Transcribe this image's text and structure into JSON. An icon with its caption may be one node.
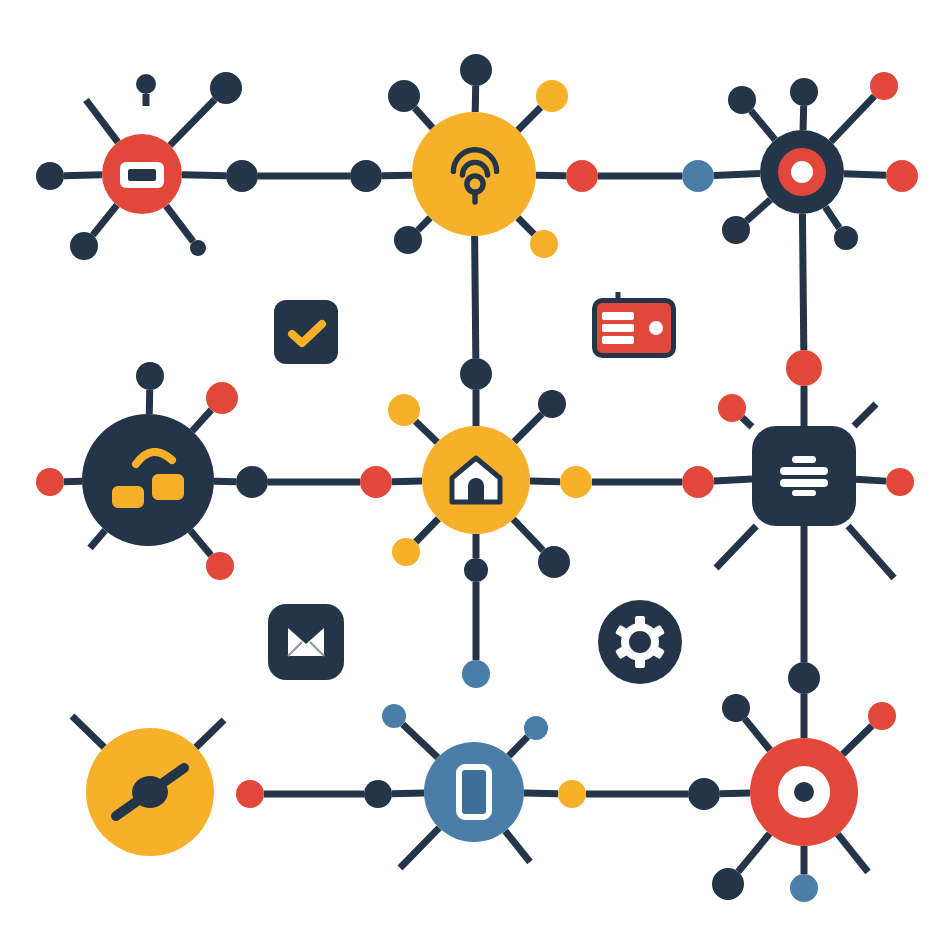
{
  "diagram": {
    "nodes": [
      {
        "text": [],
        "shape": "circle"
      },
      {
        "text": [],
        "shape": "circle"
      },
      {
        "text": [],
        "shape": "circle"
      },
      {
        "text": [],
        "shape": "circle"
      },
      {
        "text": [],
        "shape": "circle"
      },
      {
        "text": [],
        "shape": "circle"
      },
      {
        "text": [],
        "shape": "circle"
      },
      {
        "text": [],
        "shape": "circle"
      },
      {
        "text": [],
        "shape": "circle"
      },
      {
        "text": [],
        "shape": "circle"
      },
      {
        "text": [],
        "shape": "circle"
      },
      {
        "text": [],
        "shape": "circle"
      },
      {
        "text": [],
        "shape": "circle"
      },
      {
        "text": [],
        "shape": "circle"
      },
      {
        "text": [],
        "shape": "circle"
      },
      {
        "text": [],
        "shape": "circle"
      },
      {
        "text": [],
        "shape": "circle"
      },
      {
        "text": [],
        "shape": "circle"
      },
      {
        "text": [],
        "shape": "circle"
      },
      {
        "text": [],
        "shape": "circle"
      },
      {
        "text": [],
        "shape": "circle"
      },
      {
        "text": [],
        "shape": "circle"
      },
      {
        "text": [],
        "shape": "circle"
      },
      {
        "text": [],
        "shape": "circle"
      },
      {
        "text": [],
        "shape": "circle"
      },
      {
        "text": [],
        "shape": "circle"
      },
      {
        "text": [],
        "shape": "circle"
      },
      {
        "text": [],
        "shape": "circle"
      },
      {
        "text": [],
        "shape": "circle"
      },
      {
        "text": [],
        "shape": "circle"
      },
      {
        "text": [],
        "shape": "circle"
      },
      {
        "text": [],
        "shape": "circle"
      },
      {
        "text": [],
        "shape": "circle"
      },
      {
        "text": [],
        "shape": "circle"
      },
      {
        "text": [],
        "shape": "circle"
      },
      {
        "text": [],
        "shape": "circle"
      },
      {
        "text": [],
        "shape": "circle"
      },
      {
        "text": [],
        "shape": "circle"
      },
      {
        "text": [],
        "shape": "circle"
      },
      {
        "text": [],
        "shape": "circle"
      },
      {
        "text": [],
        "shape": "box"
      },
      {
        "text": [],
        "shape": "circle"
      },
      {
        "text": [],
        "shape": "circle"
      },
      {
        "text": [],
        "shape": "circle"
      },
      {
        "text": [],
        "shape": "circle"
      },
      {
        "text": [],
        "shape": "circle"
      },
      {
        "text": [],
        "shape": "circle"
      },
      {
        "text": [],
        "shape": "circle"
      },
      {
        "text": [],
        "shape": "circle"
      },
      {
        "text": [],
        "shape": "circle"
      },
      {
        "text": [],
        "shape": "circle"
      },
      {
        "text": [],
        "shape": "circle"
      },
      {
        "text": [],
        "shape": "circle"
      },
      {
        "text": [],
        "shape": "circle"
      },
      {
        "text": [],
        "shape": "circle"
      },
      {
        "text": [],
        "shape": "circle"
      },
      {
        "text": [],
        "shape": "circle"
      },
      {
        "text": [],
        "shape": "circle"
      }
    ],
    "edges": [
      {
        "from": 0,
        "to": 1,
        "arrow": "none"
      },
      {
        "from": 0,
        "to": 2,
        "arrow": "none"
      },
      {
        "from": 0,
        "to": 3,
        "arrow": "none"
      },
      {
        "from": 0,
        "to": 4,
        "arrow": "none"
      },
      {
        "from": 0,
        "to": null,
        "arrow": "none"
      },
      {
        "from": 5,
        "to": null,
        "arrow": "none"
      },
      {
        "from": 0,
        "to": 6,
        "arrow": "none"
      },
      {
        "from": 6,
        "to": 7,
        "arrow": "none"
      },
      {
        "from": 7,
        "to": 8,
        "arrow": "none"
      },
      {
        "from": 8,
        "to": 9,
        "arrow": "none"
      },
      {
        "from": 8,
        "to": 10,
        "arrow": "none"
      },
      {
        "from": 8,
        "to": 11,
        "arrow": "none"
      },
      {
        "from": 8,
        "to": 12,
        "arrow": "none"
      },
      {
        "from": 8,
        "to": 13,
        "arrow": "none"
      },
      {
        "from": 8,
        "to": 14,
        "arrow": "none"
      },
      {
        "from": 14,
        "to": 15,
        "arrow": "none"
      },
      {
        "from": 15,
        "to": 16,
        "arrow": "none"
      },
      {
        "from": 8,
        "to": 32,
        "arrow": "none"
      },
      {
        "from": 16,
        "to": 17,
        "arrow": "none"
      },
      {
        "from": 16,
        "to": 18,
        "arrow": "none"
      },
      {
        "from": 16,
        "to": 19,
        "arrow": "none"
      },
      {
        "from": 16,
        "to": 20,
        "arrow": "none"
      },
      {
        "from": 16,
        "to": 21,
        "arrow": "none"
      },
      {
        "from": 16,
        "to": 22,
        "arrow": "none"
      },
      {
        "from": 16,
        "to": 23,
        "arrow": "none"
      },
      {
        "from": 23,
        "to": 40,
        "arrow": "none"
      },
      {
        "from": 24,
        "to": 25,
        "arrow": "none"
      },
      {
        "from": 24,
        "to": 26,
        "arrow": "none"
      },
      {
        "from": 24,
        "to": 27,
        "arrow": "none"
      },
      {
        "from": 24,
        "to": 28,
        "arrow": "none"
      },
      {
        "from": 24,
        "to": null,
        "arrow": "none"
      },
      {
        "from": 24,
        "to": 29,
        "arrow": "none"
      },
      {
        "from": 29,
        "to": 30,
        "arrow": "none"
      },
      {
        "from": 30,
        "to": 31,
        "arrow": "none"
      },
      {
        "from": 32,
        "to": 31,
        "arrow": "none"
      },
      {
        "from": 31,
        "to": 33,
        "arrow": "none"
      },
      {
        "from": 31,
        "to": 34,
        "arrow": "none"
      },
      {
        "from": 31,
        "to": 35,
        "arrow": "none"
      },
      {
        "from": 31,
        "to": 36,
        "arrow": "none"
      },
      {
        "from": 31,
        "to": 37,
        "arrow": "none"
      },
      {
        "from": 31,
        "to": 38,
        "arrow": "none"
      },
      {
        "from": 38,
        "to": 39,
        "arrow": "none"
      },
      {
        "from": 35,
        "to": 42,
        "arrow": "none"
      },
      {
        "from": 42,
        "to": 40,
        "arrow": "none"
      },
      {
        "from": 40,
        "to": 41,
        "arrow": "none"
      },
      {
        "from": 40,
        "to": 43,
        "arrow": "none"
      },
      {
        "from": 40,
        "to": null,
        "arrow": "none"
      },
      {
        "from": 40,
        "to": null,
        "arrow": "none"
      },
      {
        "from": 40,
        "to": null,
        "arrow": "none"
      },
      {
        "from": 40,
        "to": 44,
        "arrow": "none"
      },
      {
        "from": 44,
        "to": 53,
        "arrow": "none"
      },
      {
        "from": 45,
        "to": null,
        "arrow": "none"
      },
      {
        "from": 45,
        "to": null,
        "arrow": "none"
      },
      {
        "from": 46,
        "to": 47,
        "arrow": "none"
      },
      {
        "from": 47,
        "to": 48,
        "arrow": "none"
      },
      {
        "from": 48,
        "to": 49,
        "arrow": "none"
      },
      {
        "from": 48,
        "to": 50,
        "arrow": "none"
      },
      {
        "from": 48,
        "to": null,
        "arrow": "none"
      },
      {
        "from": 48,
        "to": null,
        "arrow": "none"
      },
      {
        "from": 48,
        "to": 51,
        "arrow": "none"
      },
      {
        "from": 51,
        "to": 52,
        "arrow": "none"
      },
      {
        "from": 52,
        "to": 53,
        "arrow": "none"
      },
      {
        "from": 53,
        "to": 54,
        "arrow": "none"
      },
      {
        "from": 53,
        "to": 55,
        "arrow": "none"
      },
      {
        "from": 53,
        "to": 56,
        "arrow": "none"
      },
      {
        "from": 53,
        "to": 57,
        "arrow": "none"
      },
      {
        "from": 53,
        "to": null,
        "arrow": "none"
      }
    ]
  }
}
